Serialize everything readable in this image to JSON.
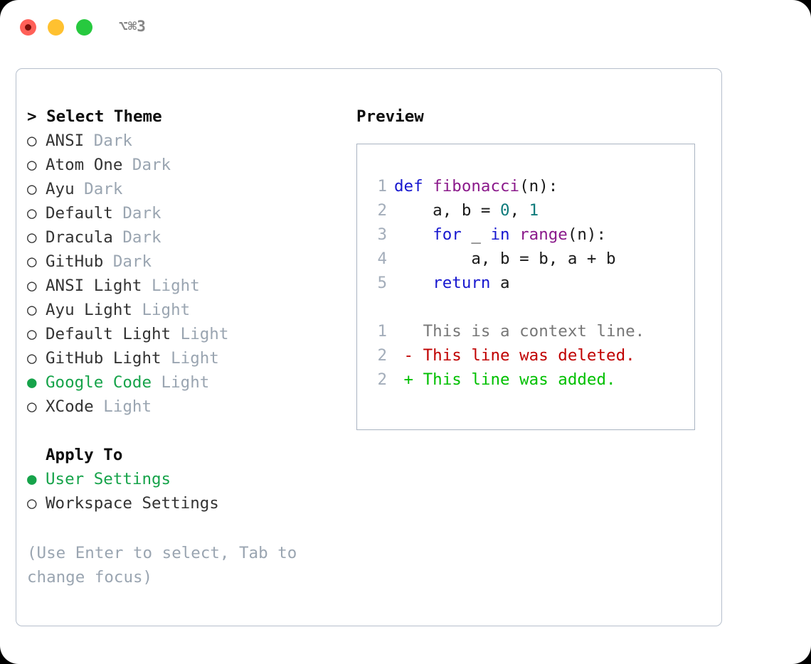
{
  "window": {
    "shortcut_label": "⌥⌘3",
    "traffic_lights": [
      "close",
      "minimize",
      "maximize"
    ]
  },
  "theme_picker": {
    "header": "Select Theme",
    "header_prefix": "> ",
    "bullet_unselected": "○",
    "bullet_selected": "●",
    "selected_color": "#16a34a",
    "tag_color": "#9aa5b1",
    "items": [
      {
        "name": "ANSI",
        "tag": "Dark",
        "selected": false
      },
      {
        "name": "Atom One",
        "tag": "Dark",
        "selected": false
      },
      {
        "name": "Ayu",
        "tag": "Dark",
        "selected": false
      },
      {
        "name": "Default",
        "tag": "Dark",
        "selected": false
      },
      {
        "name": "Dracula",
        "tag": "Dark",
        "selected": false
      },
      {
        "name": "GitHub",
        "tag": "Dark",
        "selected": false
      },
      {
        "name": "ANSI Light",
        "tag": "Light",
        "selected": false
      },
      {
        "name": "Ayu Light",
        "tag": "Light",
        "selected": false
      },
      {
        "name": "Default Light",
        "tag": "Light",
        "selected": false
      },
      {
        "name": "GitHub Light",
        "tag": "Light",
        "selected": false
      },
      {
        "name": "Google Code",
        "tag": "Light",
        "selected": true
      },
      {
        "name": "XCode",
        "tag": "Light",
        "selected": false
      }
    ]
  },
  "apply_to": {
    "header": "Apply To",
    "options": [
      {
        "name": "User Settings",
        "selected": true
      },
      {
        "name": "Workspace Settings",
        "selected": false
      }
    ]
  },
  "hint": "(Use Enter to select, Tab to change focus)",
  "preview": {
    "title": "Preview",
    "code_lines": [
      {
        "number": "1",
        "tokens": [
          {
            "text": "def ",
            "cls": "kw"
          },
          {
            "text": "fibonacci",
            "cls": "fn"
          },
          {
            "text": "(n):",
            "cls": "pl"
          }
        ]
      },
      {
        "number": "2",
        "tokens": [
          {
            "text": "    a, b = ",
            "cls": "pl"
          },
          {
            "text": "0",
            "cls": "num"
          },
          {
            "text": ", ",
            "cls": "pl"
          },
          {
            "text": "1",
            "cls": "num"
          }
        ]
      },
      {
        "number": "3",
        "tokens": [
          {
            "text": "    ",
            "cls": "pl"
          },
          {
            "text": "for",
            "cls": "kw"
          },
          {
            "text": " _ ",
            "cls": "pl"
          },
          {
            "text": "in",
            "cls": "kw"
          },
          {
            "text": " ",
            "cls": "pl"
          },
          {
            "text": "range",
            "cls": "fn"
          },
          {
            "text": "(n):",
            "cls": "pl"
          }
        ]
      },
      {
        "number": "4",
        "tokens": [
          {
            "text": "        a, b = b, a + b",
            "cls": "pl"
          }
        ]
      },
      {
        "number": "5",
        "tokens": [
          {
            "text": "    ",
            "cls": "pl"
          },
          {
            "text": "return",
            "cls": "kw"
          },
          {
            "text": " a",
            "cls": "pl"
          }
        ]
      }
    ],
    "diff_lines": [
      {
        "number": "1",
        "marker": "  ",
        "text": "This is a context line.",
        "kind": "ctx"
      },
      {
        "number": "2",
        "marker": "- ",
        "text": "This line was deleted.",
        "kind": "del"
      },
      {
        "number": "2",
        "marker": "+ ",
        "text": "This line was added.",
        "kind": "add"
      }
    ]
  }
}
